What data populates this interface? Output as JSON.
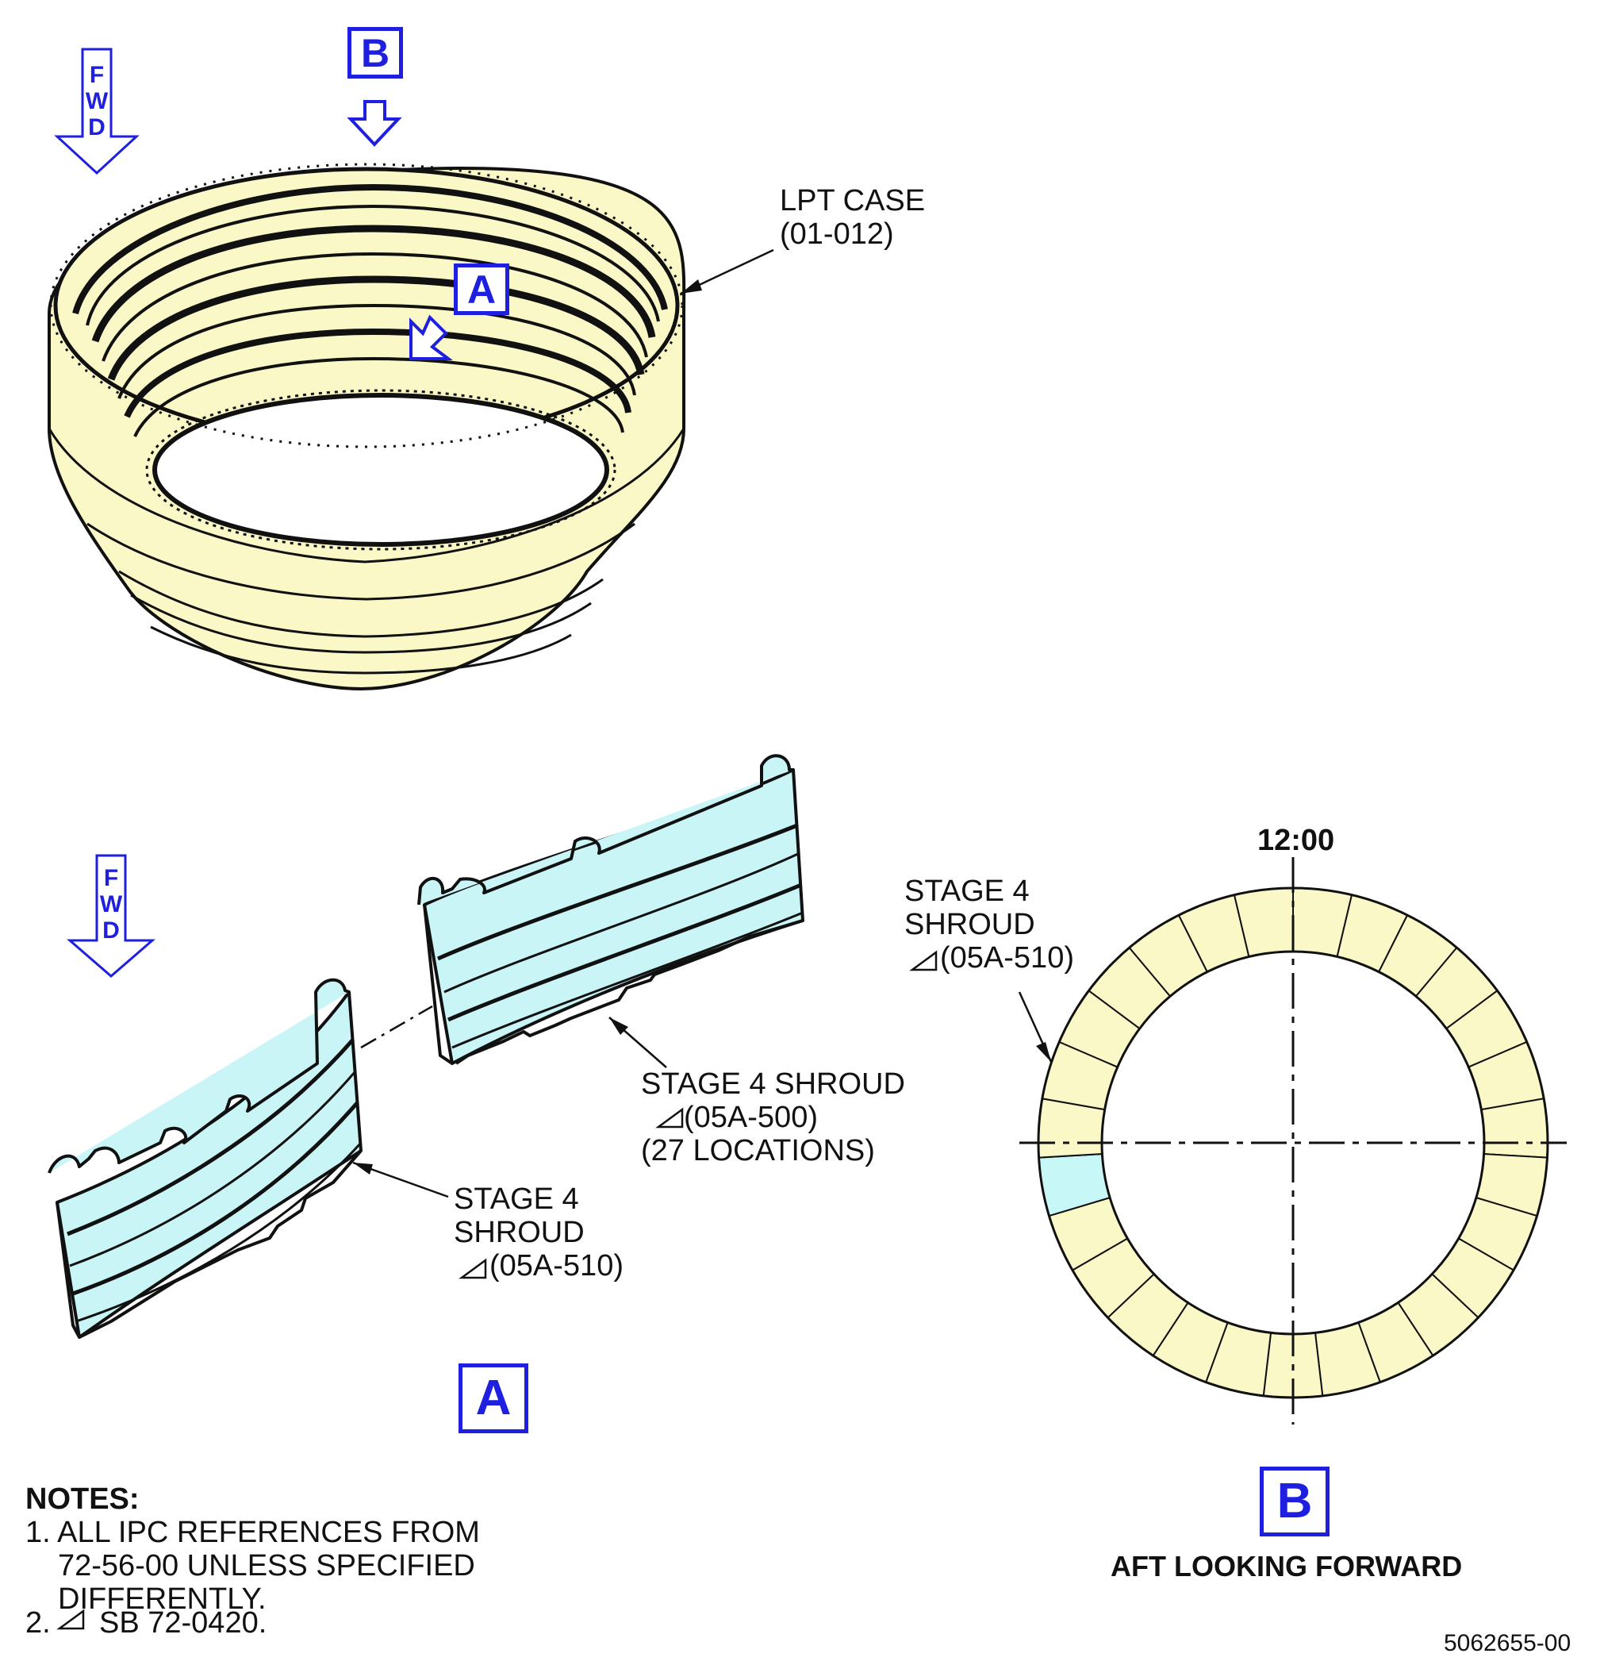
{
  "top_view": {
    "fwd_letters": [
      "F",
      "W",
      "D"
    ],
    "callout_b": "B",
    "callout_a": "A",
    "lpt_case_label": [
      "LPT CASE",
      "(01-012)"
    ]
  },
  "detail_a": {
    "fwd_letters": [
      "F",
      "W",
      "D"
    ],
    "stage4_shroud_500": [
      "STAGE 4 SHROUD",
      "(05A-500)",
      "(27 LOCATIONS)"
    ],
    "stage4_shroud_510": [
      "STAGE 4",
      "SHROUD",
      "(05A-510)"
    ],
    "view_label": "A"
  },
  "detail_b": {
    "clock_label": "12:00",
    "stage4_shroud_510": [
      "STAGE 4",
      "SHROUD",
      "(05A-510)"
    ],
    "view_label": "B",
    "caption": "AFT LOOKING FORWARD",
    "segment_count": 27,
    "highlighted_segment_index": 7
  },
  "notes": {
    "title": "NOTES:",
    "lines": [
      "1. ALL IPC REFERENCES FROM",
      "72-56-00 UNLESS SPECIFIED",
      "DIFFERENTLY.",
      "2.",
      "SB 72-0420."
    ]
  },
  "drawing_number": "5062655-00",
  "colors": {
    "case_fill": "#fbf8c8",
    "shroud_fill": "#c9f5f7",
    "segment_highlight": "#c8f7f7",
    "callout_blue": "#1f1fe0"
  }
}
